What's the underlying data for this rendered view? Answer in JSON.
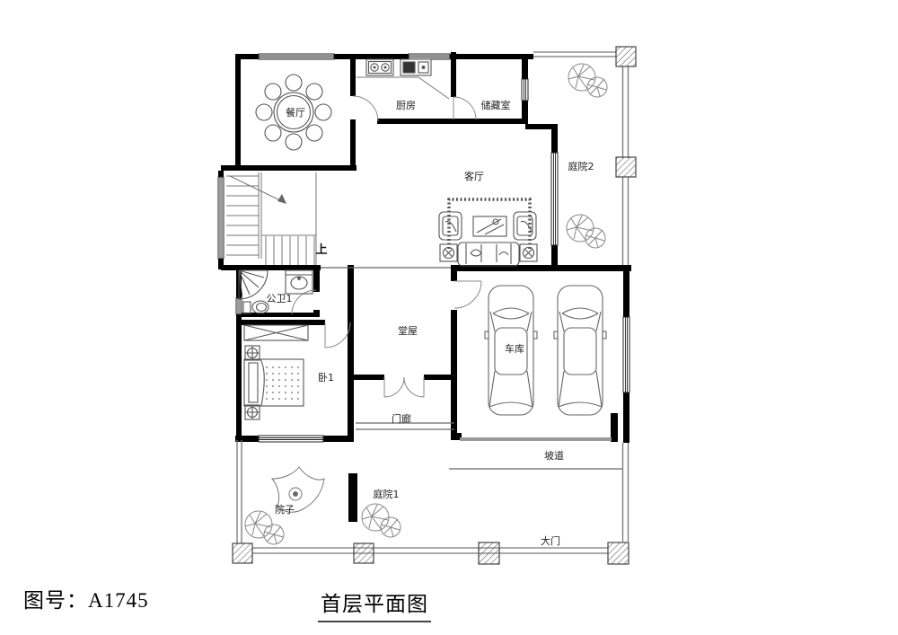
{
  "drawing": {
    "number_label": "图号：A1745",
    "title": "首层平面图"
  },
  "rooms": [
    {
      "id": "dining-room",
      "label": "餐厅"
    },
    {
      "id": "kitchen",
      "label": "厨房"
    },
    {
      "id": "storage-room",
      "label": "储藏室"
    },
    {
      "id": "living-room",
      "label": "客厅"
    },
    {
      "id": "courtyard-2",
      "label": "庭院2"
    },
    {
      "id": "public-bath-1",
      "label": "公卫1"
    },
    {
      "id": "bedroom-1",
      "label": "卧1"
    },
    {
      "id": "main-hall",
      "label": "堂屋"
    },
    {
      "id": "garage",
      "label": "车库"
    },
    {
      "id": "porch",
      "label": "门廊"
    },
    {
      "id": "yard",
      "label": "院子"
    },
    {
      "id": "courtyard-1",
      "label": "庭院1"
    },
    {
      "id": "ramp",
      "label": "坡道"
    },
    {
      "id": "main-gate",
      "label": "大门"
    },
    {
      "id": "stair-up",
      "label": "上"
    }
  ],
  "colors": {
    "wall": "#000000",
    "furniture_line": "#555555",
    "fence_line": "#777777",
    "text": "#222222",
    "paper": "#ffffff"
  }
}
